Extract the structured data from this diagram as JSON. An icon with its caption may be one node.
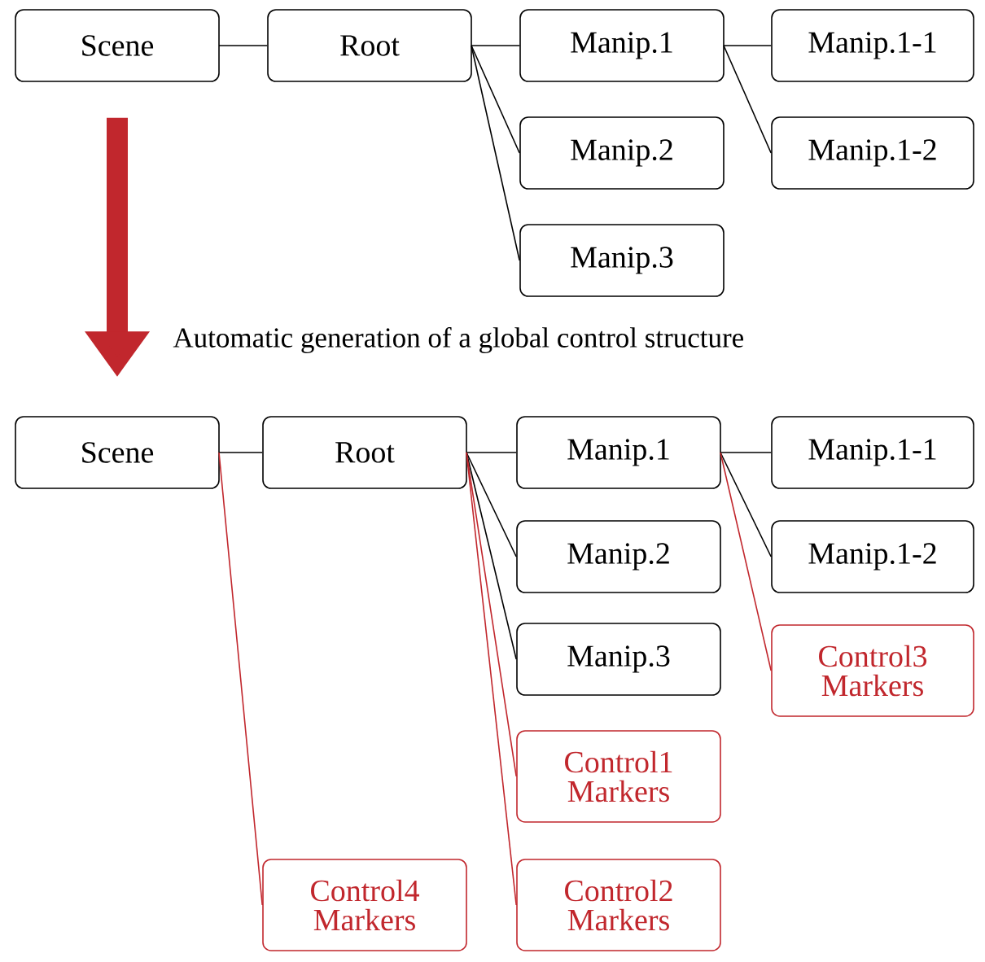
{
  "diagram": {
    "nodes": [
      {
        "text": [
          "Scene"
        ]
      },
      {
        "text": [
          "Root"
        ]
      },
      {
        "text": [
          "Manip.1"
        ]
      },
      {
        "text": [
          "Manip.1-1"
        ]
      },
      {
        "text": [
          "Manip.2"
        ]
      },
      {
        "text": [
          "Manip.1-2"
        ]
      },
      {
        "text": [
          "Manip.3"
        ]
      },
      {
        "text": [
          "Scene"
        ]
      },
      {
        "text": [
          "Root"
        ]
      },
      {
        "text": [
          "Manip.1"
        ]
      },
      {
        "text": [
          "Manip.1-1"
        ]
      },
      {
        "text": [
          "Manip.2"
        ]
      },
      {
        "text": [
          "Manip.1-2"
        ]
      },
      {
        "text": [
          "Manip.3"
        ]
      },
      {
        "text": [
          "Control3 Markers"
        ]
      },
      {
        "text": [
          "Control1 Markers"
        ]
      },
      {
        "text": [
          "Control4 Markers"
        ]
      },
      {
        "text": [
          "Control2 Markers"
        ]
      }
    ],
    "edges": [
      {
        "from": 0,
        "to": 1,
        "arrow": "none"
      },
      {
        "from": 1,
        "to": 2,
        "arrow": "none"
      },
      {
        "from": 1,
        "to": 4,
        "arrow": "none"
      },
      {
        "from": 1,
        "to": 6,
        "arrow": "none"
      },
      {
        "from": 2,
        "to": 3,
        "arrow": "none"
      },
      {
        "from": 2,
        "to": 5,
        "arrow": "none"
      },
      {
        "from": 0,
        "to": 7,
        "arrow": "to",
        "style": "thick",
        "color": "#c1272d"
      },
      {
        "from": 7,
        "to": 8,
        "arrow": "none"
      },
      {
        "from": 8,
        "to": 9,
        "arrow": "none"
      },
      {
        "from": 8,
        "to": 11,
        "arrow": "none"
      },
      {
        "from": 8,
        "to": 13,
        "arrow": "none"
      },
      {
        "from": 9,
        "to": 10,
        "arrow": "none"
      },
      {
        "from": 9,
        "to": 12,
        "arrow": "none"
      },
      {
        "from": 9,
        "to": 14,
        "arrow": "none",
        "color": "#c1272d"
      },
      {
        "from": 8,
        "to": 15,
        "arrow": "none",
        "color": "#c1272d"
      },
      {
        "from": 7,
        "to": 16,
        "arrow": "none",
        "color": "#c1272d"
      },
      {
        "from": 8,
        "to": 17,
        "arrow": "none",
        "color": "#c1272d"
      }
    ],
    "labels": [
      "Automatic generation of a global control structure"
    ]
  }
}
